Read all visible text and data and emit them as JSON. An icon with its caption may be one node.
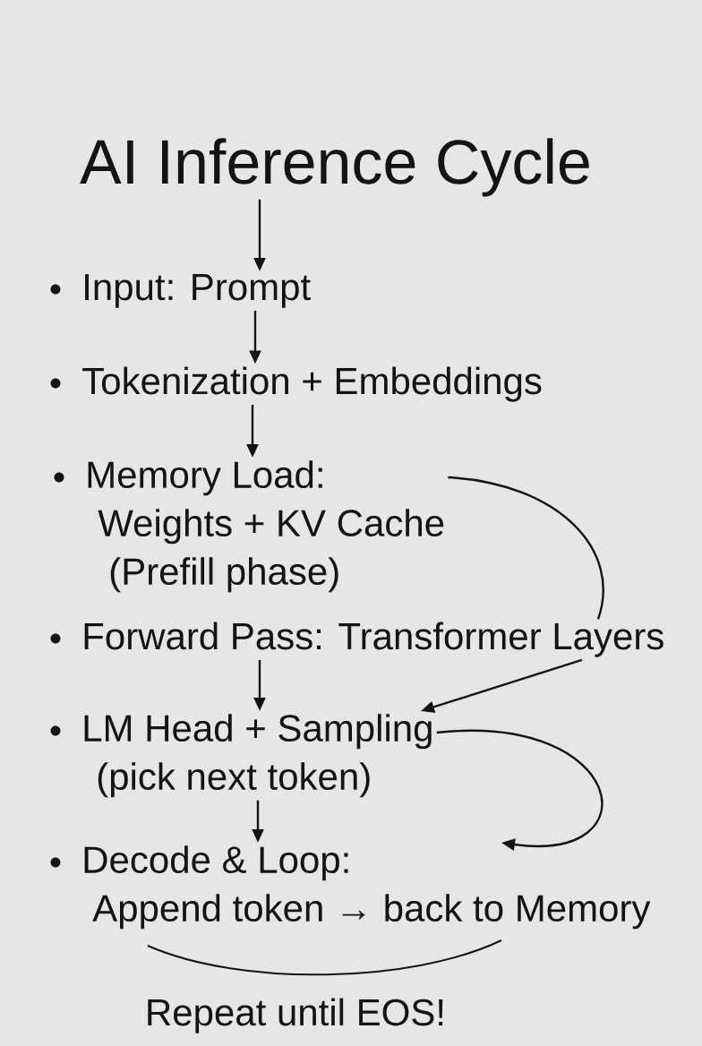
{
  "diagram": {
    "nodes": [
      {
        "text": [
          "AI Inference Cycle"
        ]
      },
      {
        "text": [
          "Input: Prompt"
        ]
      },
      {
        "text": [
          "Tokenization + Embeddings"
        ]
      },
      {
        "text": [
          "Memory Load:",
          "Weights + KV Cache",
          "(Prefill phase)"
        ]
      },
      {
        "text": [
          "Forward Pass: Transformer Layers"
        ]
      },
      {
        "text": [
          "LM Head + Sampling",
          "(pick next token)"
        ]
      },
      {
        "text": [
          "Decode & Loop:",
          "Append token → back to Memory"
        ]
      }
    ],
    "edges": [
      {
        "from": 0,
        "to": 1,
        "arrow": "to"
      },
      {
        "from": 1,
        "to": 2,
        "arrow": "to"
      },
      {
        "from": 2,
        "to": 3,
        "arrow": "to"
      },
      {
        "from": 3,
        "to": 4,
        "arrow": "none"
      },
      {
        "from": 4,
        "to": 5,
        "arrow": "to"
      },
      {
        "from": 4,
        "to": 5,
        "arrow": "to"
      },
      {
        "from": 5,
        "to": 6,
        "arrow": "to"
      },
      {
        "from": 5,
        "to": 6,
        "arrow": "to"
      }
    ],
    "labels": [
      "Repeat until EOS!"
    ]
  }
}
